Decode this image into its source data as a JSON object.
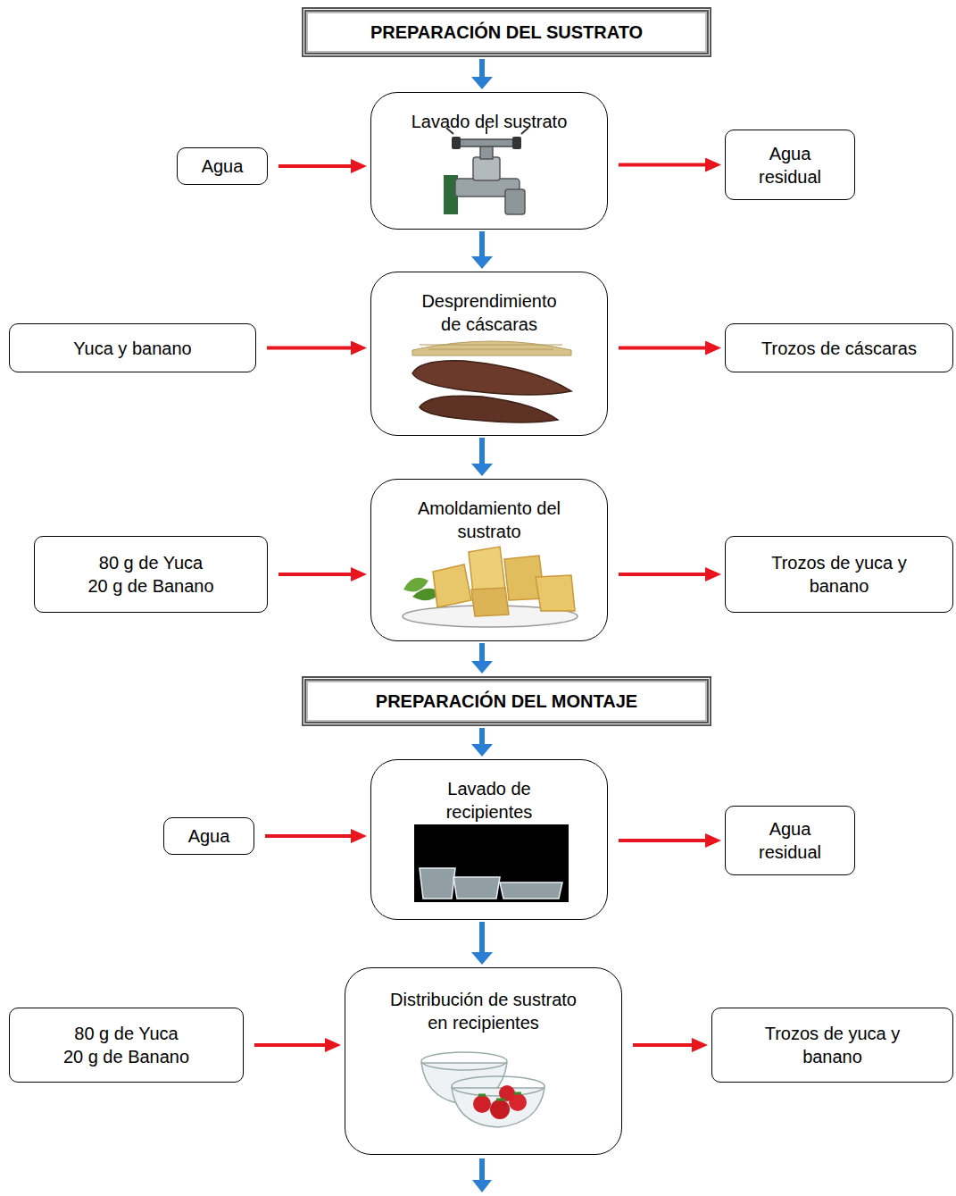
{
  "diagram": {
    "nodes": [
      {
        "text": [
          "PREPARACIÓN DEL SUSTRATO"
        ]
      },
      {
        "text": [
          "Agua"
        ]
      },
      {
        "text": [
          "Lavado del sustrato"
        ]
      },
      {
        "text": [
          "Agua residual"
        ]
      },
      {
        "text": [
          "Yuca y banano"
        ]
      },
      {
        "text": [
          "Desprendimiento de cáscaras"
        ]
      },
      {
        "text": [
          "Trozos de cáscaras"
        ]
      },
      {
        "text": [
          "80 g de Yuca 20 g de Banano"
        ]
      },
      {
        "text": [
          "Amoldamiento del sustrato"
        ]
      },
      {
        "text": [
          "Trozos de yuca y banano"
        ]
      },
      {
        "text": [
          "PREPARACIÓN DEL MONTAJE"
        ]
      },
      {
        "text": [
          "Agua"
        ]
      },
      {
        "text": [
          "Lavado de recipientes"
        ]
      },
      {
        "text": [
          "Agua residual"
        ]
      },
      {
        "text": [
          "80 g de Yuca 20 g de Banano"
        ]
      },
      {
        "text": [
          "Distribución de sustrato en recipientes"
        ]
      },
      {
        "text": [
          "Trozos de yuca y banano"
        ]
      }
    ],
    "edges": [
      {
        "from": 0,
        "to": 2,
        "arrow": "to"
      },
      {
        "from": 1,
        "to": 2,
        "arrow": "to"
      },
      {
        "from": 2,
        "to": 3,
        "arrow": "to"
      },
      {
        "from": 2,
        "to": 5,
        "arrow": "to"
      },
      {
        "from": 4,
        "to": 5,
        "arrow": "to"
      },
      {
        "from": 5,
        "to": 6,
        "arrow": "to"
      },
      {
        "from": 5,
        "to": 8,
        "arrow": "to"
      },
      {
        "from": 7,
        "to": 8,
        "arrow": "to"
      },
      {
        "from": 8,
        "to": 9,
        "arrow": "to"
      },
      {
        "from": 8,
        "to": 10,
        "arrow": "to"
      },
      {
        "from": 10,
        "to": 12,
        "arrow": "to"
      },
      {
        "from": 11,
        "to": 12,
        "arrow": "to"
      },
      {
        "from": 12,
        "to": 13,
        "arrow": "to"
      },
      {
        "from": 12,
        "to": 15,
        "arrow": "to"
      },
      {
        "from": 14,
        "to": 15,
        "arrow": "to"
      },
      {
        "from": 15,
        "to": 16,
        "arrow": "to"
      }
    ]
  }
}
